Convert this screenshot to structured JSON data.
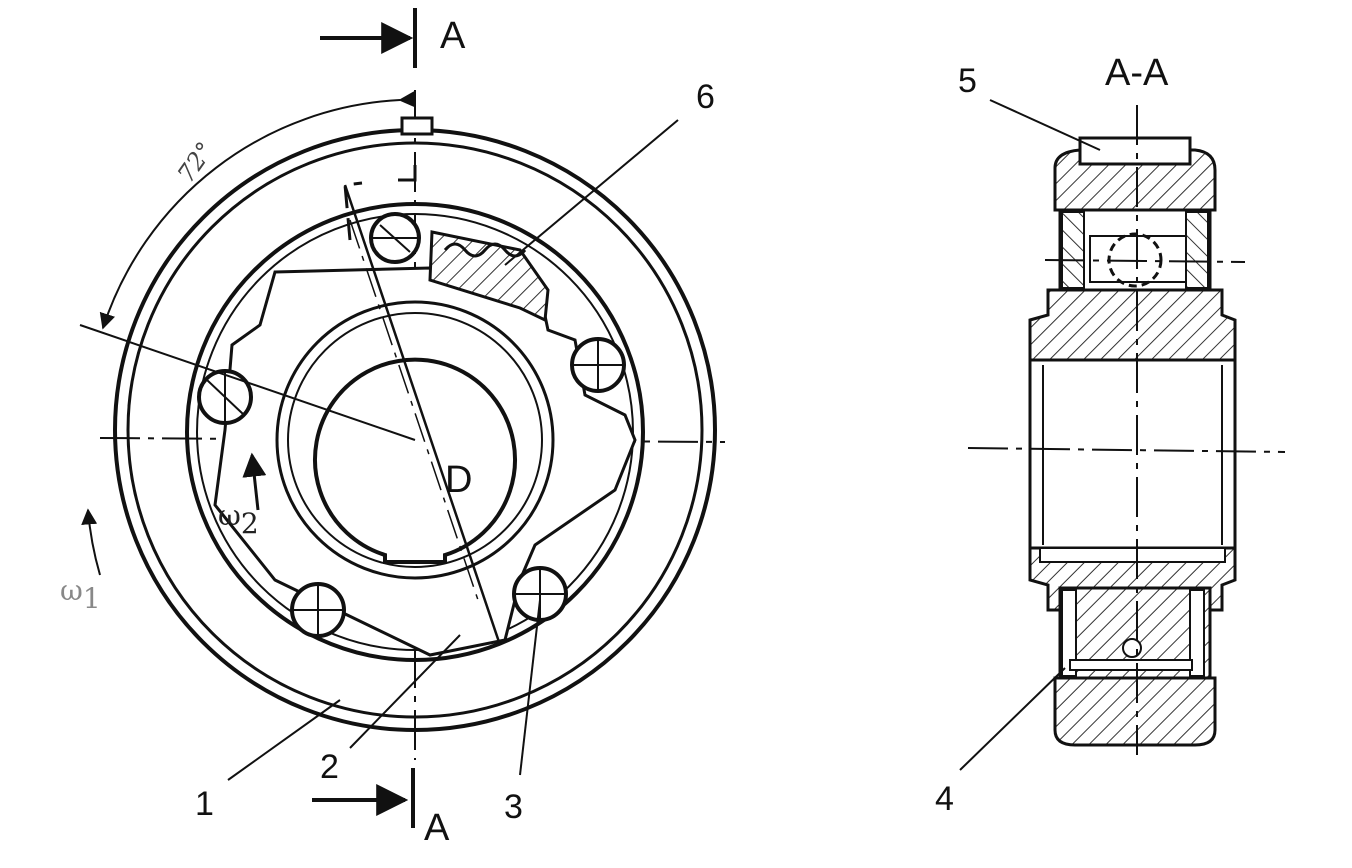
{
  "section_label_top": "A",
  "section_label_bottom": "A",
  "section_title": "A-A",
  "angle_label": "72°",
  "center_label": "D",
  "omega_1": {
    "symbol": "ω",
    "sub": "1"
  },
  "omega_2": {
    "symbol": "ω",
    "sub": "2"
  },
  "part_numbers": {
    "p1": "1",
    "p2": "2",
    "p3": "3",
    "p4": "4",
    "p5": "5",
    "p6": "6"
  },
  "colors": {
    "ink": "#111111",
    "hatch": "#333333",
    "paper": "#ffffff",
    "faint": "#888888"
  }
}
